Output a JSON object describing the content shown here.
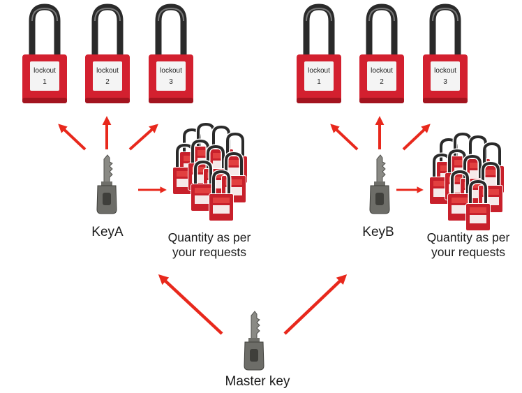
{
  "colors": {
    "lock_body": "#d3202f",
    "lock_body_dark": "#a3141f",
    "shackle": "#2a2a2a",
    "label_bg": "#f4f4f4",
    "arrow": "#e8281c",
    "key_metal": "#6d6d68",
    "tag_red": "#c8202b"
  },
  "group_a": {
    "key_label": "KeyA",
    "quantity_line1": "Quantity as per",
    "quantity_line2": "your requests",
    "locks": [
      {
        "word": "lockout",
        "num": "1"
      },
      {
        "word": "lockout",
        "num": "2"
      },
      {
        "word": "lockout",
        "num": "3"
      }
    ]
  },
  "group_b": {
    "key_label": "KeyB",
    "quantity_line1": "Quantity as per",
    "quantity_line2": "your requests",
    "locks": [
      {
        "word": "lockout",
        "num": "1"
      },
      {
        "word": "lockout",
        "num": "2"
      },
      {
        "word": "lockout",
        "num": "3"
      }
    ]
  },
  "master": {
    "label": "Master key"
  },
  "icons": [
    "padlock-icon",
    "key-icon",
    "padlock-cluster-icon",
    "arrow-icon"
  ]
}
